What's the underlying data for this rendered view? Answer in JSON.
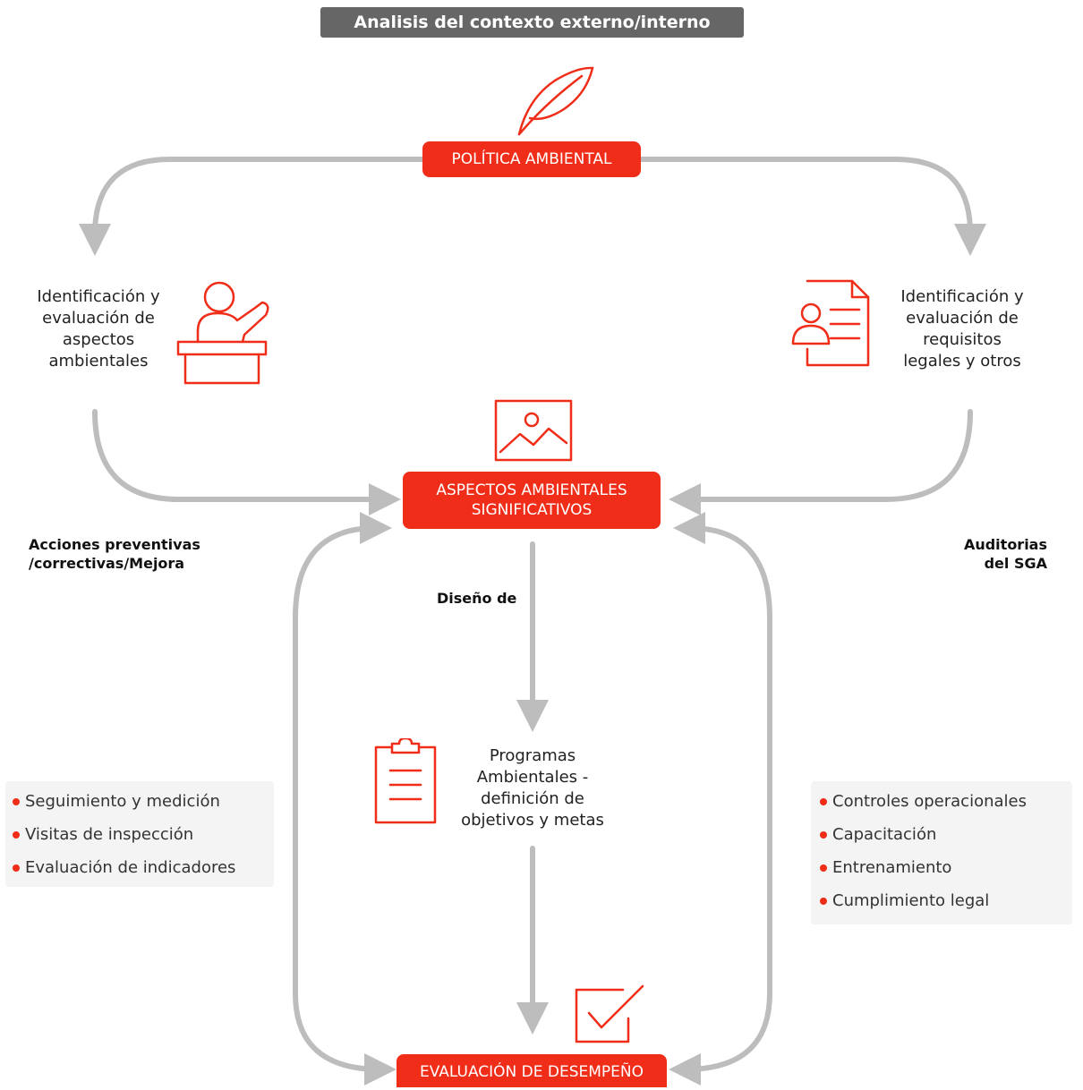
{
  "header": {
    "context_label": "Analisis del contexto externo/interno"
  },
  "nodes": {
    "politica": "POLÍTICA AMBIENTAL",
    "aspectos_line1": "ASPECTOS AMBIENTALES",
    "aspectos_line2": "SIGNIFICATIVOS",
    "evaluacion": "EVALUACIÓN DE DESEMPEÑO"
  },
  "left_text": {
    "l1": "Identificación y",
    "l2": "evaluación de",
    "l3": "aspectos",
    "l4": "ambientales"
  },
  "right_text": {
    "l1": "Identificación y",
    "l2": "evaluación de",
    "l3": "requisitos",
    "l4": "legales y otros"
  },
  "center_text": {
    "l1": "Programas",
    "l2": "Ambientales -",
    "l3": "definición de",
    "l4": "objetivos y metas"
  },
  "side_labels": {
    "acciones_1": "Acciones preventivas",
    "acciones_2": "/correctivas/Mejora",
    "auditorias_1": "Auditorias",
    "auditorias_2": "del SGA",
    "diseno": "Diseño de"
  },
  "left_panel": [
    "Seguimiento y medición",
    "Visitas de inspección",
    "Evaluación de indicadores"
  ],
  "right_panel": [
    "Controles operacionales",
    "Capacitación",
    "Entrenamiento",
    "Cumplimiento legal"
  ],
  "colors": {
    "accent": "#f02d18",
    "arrow": "#bdbdbd",
    "banner": "#666666"
  },
  "icons": [
    "feather-icon",
    "speaker-icon",
    "document-person-icon",
    "image-icon",
    "clipboard-icon",
    "checkbox-icon"
  ]
}
